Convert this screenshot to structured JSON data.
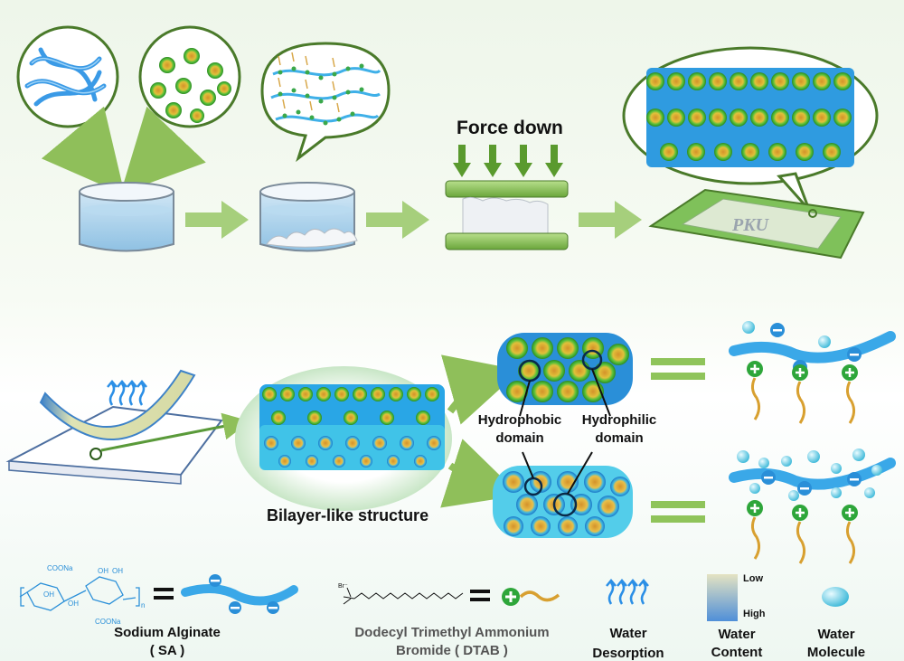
{
  "top": {
    "force_label": "Force down",
    "plate_text": "PKU"
  },
  "middle": {
    "hydrophobic_line1": "Hydrophobic",
    "hydrophobic_line2": "domain",
    "hydrophilic_line1": "Hydrophilic",
    "hydrophilic_line2": "domain",
    "bilayer_label": "Bilayer-like structure"
  },
  "legend": {
    "sa_name": "Sodium Alginate",
    "sa_abbr": "( SA )",
    "dtab_name": "Dodecyl Trimethyl Ammonium",
    "dtab_abbr": "Bromide ( DTAB )",
    "water_desorption_1": "Water",
    "water_desorption_2": "Desorption",
    "water_content_1": "Water",
    "water_content_2": "Content",
    "gradient_low": "Low",
    "gradient_high": "High",
    "water_molecule_1": "Water",
    "water_molecule_2": "Molecule",
    "sa_structure": {
      "coona_top": "COONa",
      "oh1": "OH",
      "oh2": "OH",
      "oh3": "OH",
      "oh4": "OH",
      "coona_bottom": "COONa",
      "n": "n"
    },
    "dtab_structure": {
      "br": "Br⁻"
    }
  },
  "colors": {
    "arrow_green": "#8fbf5a",
    "dark_green": "#4a7a2a",
    "blue": "#2f8fe0",
    "cyan": "#35c8e8",
    "orange": "#e8a23a"
  }
}
